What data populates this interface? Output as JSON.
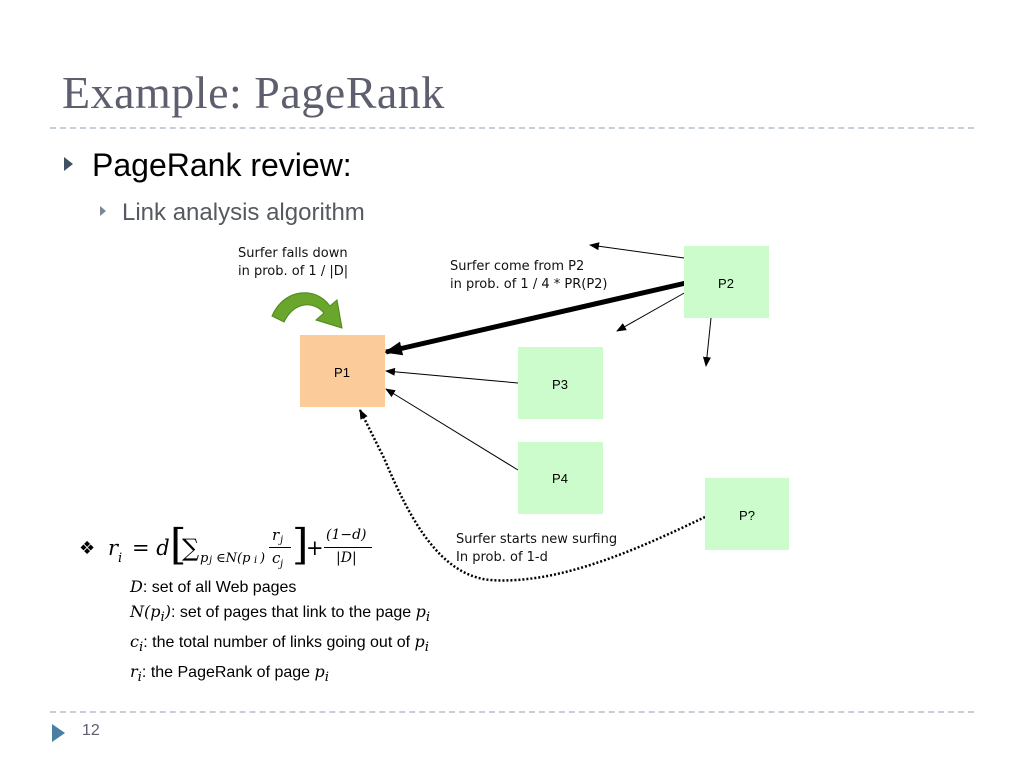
{
  "slide": {
    "title": "Example: PageRank",
    "bullet_1": "PageRank review:",
    "bullet_2": "Link analysis algorithm",
    "page_number": "12"
  },
  "diagram": {
    "nodes": [
      {
        "id": "p1",
        "label": "P1",
        "color": "#fbcb9a"
      },
      {
        "id": "p2",
        "label": "P2",
        "color": "#ccfccc"
      },
      {
        "id": "p3",
        "label": "P3",
        "color": "#ccfccc"
      },
      {
        "id": "p4",
        "label": "P4",
        "color": "#ccfccc"
      },
      {
        "id": "pq",
        "label": "P?",
        "color": "#ccfccc"
      }
    ],
    "annotations": {
      "falls_down_1": "Surfer falls down",
      "falls_down_2": "in prob. of 1 / |D|",
      "come_from_1": "Surfer come from P2",
      "come_from_2": "in prob. of 1 / 4 * PR(P2)",
      "new_surf_1": "Surfer starts new surfing",
      "new_surf_2": "In prob. of 1-d"
    },
    "curved_arrow_color": "#6aa52c"
  },
  "formula": {
    "lhs": "r",
    "lhs_sub": "i",
    "eq": "= d",
    "sum": "∑",
    "sum_sub": "p",
    "sum_sub_j": "j",
    "sum_sub_rest": "∈N(p",
    "sum_sub_i": "i",
    "sum_sub_close": ")",
    "frac1_num": "r",
    "frac1_num_sub": "j",
    "frac1_den": "c",
    "frac1_den_sub": "j",
    "plus": "+",
    "frac2_num": "(1−d)",
    "frac2_den": "|D|"
  },
  "definitions": {
    "d_sym": "D",
    "d_text": ": set of all Web pages",
    "n_sym": "N(p",
    "n_sub": "i",
    "n_close": ")",
    "n_text": ": set of pages that link to the page ",
    "n_p": "p",
    "n_p_sub": "i",
    "c_sym": "c",
    "c_sub": "i",
    "c_text": ": the total number of links going out of ",
    "c_p": "p",
    "c_p_sub": "i",
    "r_sym": "r",
    "r_sub": "i",
    "r_text": ": the PageRank of page ",
    "r_p": "p",
    "r_p_sub": "i"
  }
}
